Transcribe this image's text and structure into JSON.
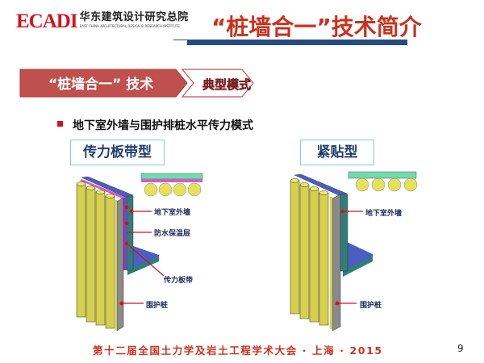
{
  "header": {
    "logo_mark": "ECADI",
    "logo_cn": "华东建筑设计研究总院",
    "logo_en": "EAST CHINA ARCHITECTURAL DESIGN & RESEARCH INSTITUTE",
    "title": "“桩墙合一”技术简介"
  },
  "breadcrumb": {
    "step1": "“桩墙合一” 技术",
    "step2": "典型模式"
  },
  "bullet": "地下室外墙与围护排桩水平传力模式",
  "diagrams": {
    "left": {
      "title": "传力板带型",
      "labels": [
        "地下室外墙",
        "防水保温层",
        "传力板带",
        "围护桩"
      ]
    },
    "right": {
      "title": "紧贴型",
      "labels": [
        "地下室外墙",
        "围护桩"
      ]
    }
  },
  "footer": "第十二届全国土力学及岩土工程学术大会 · 上海 · 2015",
  "page_number": "9",
  "colors": {
    "accent_red": "#c8321e",
    "bar_blue": "#264b7e",
    "pile_yellow": "#e6e05a",
    "wall_teal": "#2f7f78",
    "slab_blue": "#4a5fc0",
    "pink_layer": "#d65ac8",
    "green_layer": "#70dcb0"
  }
}
